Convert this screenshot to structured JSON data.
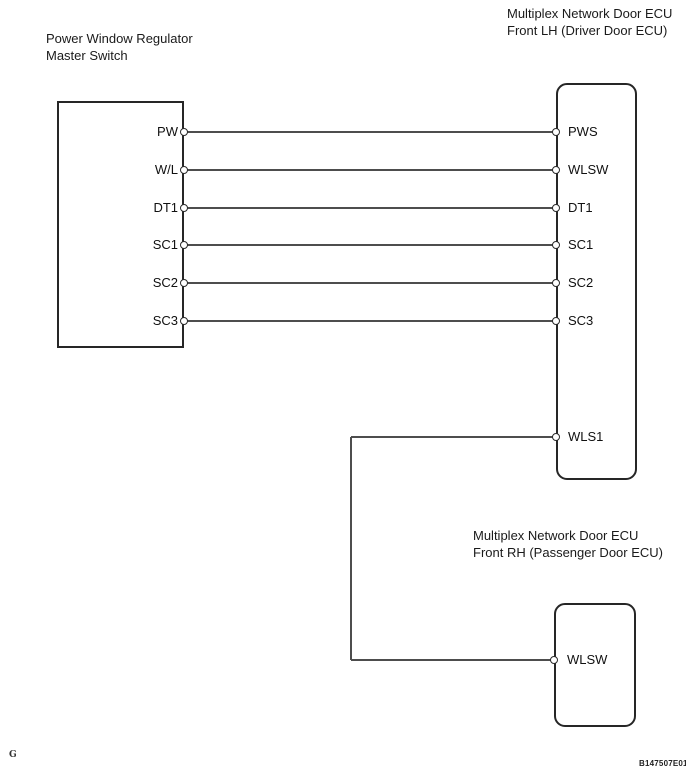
{
  "left_component": {
    "title": [
      "Power Window Regulator",
      "Master Switch"
    ],
    "pins": [
      "PW",
      "W/L",
      "DT1",
      "SC1",
      "SC2",
      "SC3"
    ]
  },
  "driver_ecu": {
    "title": [
      "Multiplex Network Door ECU",
      "Front LH (Driver Door ECU)"
    ],
    "pins": [
      "PWS",
      "WLSW",
      "DT1",
      "SC1",
      "SC2",
      "SC3"
    ],
    "lower_pin": "WLS1"
  },
  "passenger_ecu": {
    "title": [
      "Multiplex Network Door ECU",
      "Front RH (Passenger Door ECU)"
    ],
    "pin": "WLSW"
  },
  "wires": [
    {
      "from": "PW",
      "to": "PWS"
    },
    {
      "from": "W/L",
      "to": "WLSW"
    },
    {
      "from": "DT1",
      "to": "DT1"
    },
    {
      "from": "SC1",
      "to": "SC1"
    },
    {
      "from": "SC2",
      "to": "SC2"
    },
    {
      "from": "SC3",
      "to": "SC3"
    },
    {
      "from": "WLS1",
      "to": "WLSW"
    }
  ],
  "footer": {
    "doc_code": "B147507E01",
    "margin_mark": "G"
  },
  "colors": {
    "background": "#ffffff",
    "outline": "#262626",
    "wire": "#4d4d4d",
    "text": "#111111"
  }
}
